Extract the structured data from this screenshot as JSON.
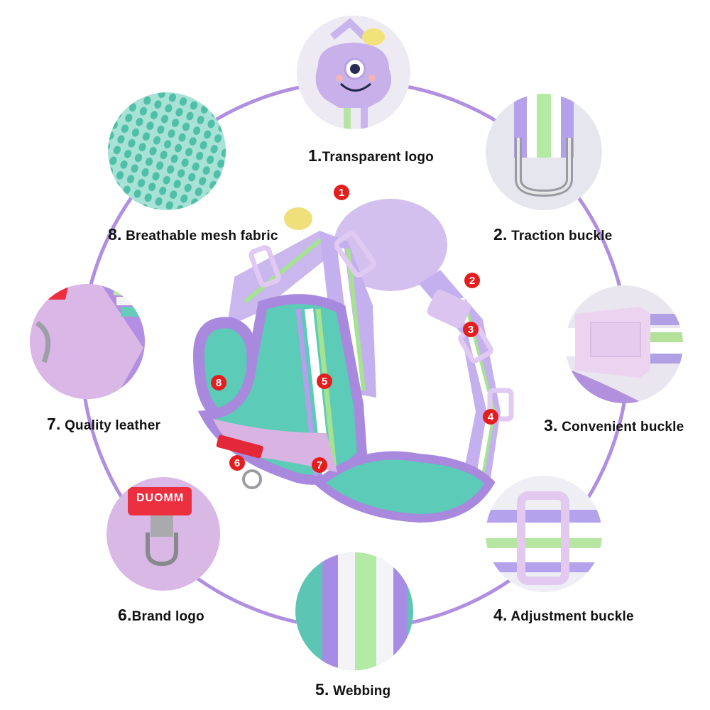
{
  "title": "Pet harness feature diagram",
  "colors": {
    "ring": "#b18fe0",
    "marker": "#e41e1e",
    "mesh": "#5ccbb7",
    "lavender": "#c9a8ec",
    "light_lavender": "#dcc6f2",
    "green_stripe": "#a9e48b",
    "brand_red": "#ec2f3f"
  },
  "features": [
    {
      "number": "1.",
      "label": "Transparent logo",
      "marker": "1",
      "image": "plush-monster-charm"
    },
    {
      "number": "2.",
      "label": "Traction buckle",
      "marker": "2",
      "image": "d-ring-webbing"
    },
    {
      "number": "3.",
      "label": "Convenient buckle",
      "marker": "3",
      "image": "side-release-buckle"
    },
    {
      "number": "4.",
      "label": "Adjustment buckle",
      "marker": "4",
      "image": "slider-buckle"
    },
    {
      "number": "5.",
      "label": "Webbing",
      "marker": "5",
      "image": "striped-webbing"
    },
    {
      "number": "6.",
      "label": "Brand logo",
      "marker": "6",
      "image": "brand-tag",
      "brand_text": "DUOMM"
    },
    {
      "number": "7.",
      "label": "Quality leather",
      "marker": "7",
      "image": "leather-panel"
    },
    {
      "number": "8.",
      "label": "Breathable mesh fabric",
      "marker": "8",
      "image": "mesh-fabric"
    }
  ]
}
